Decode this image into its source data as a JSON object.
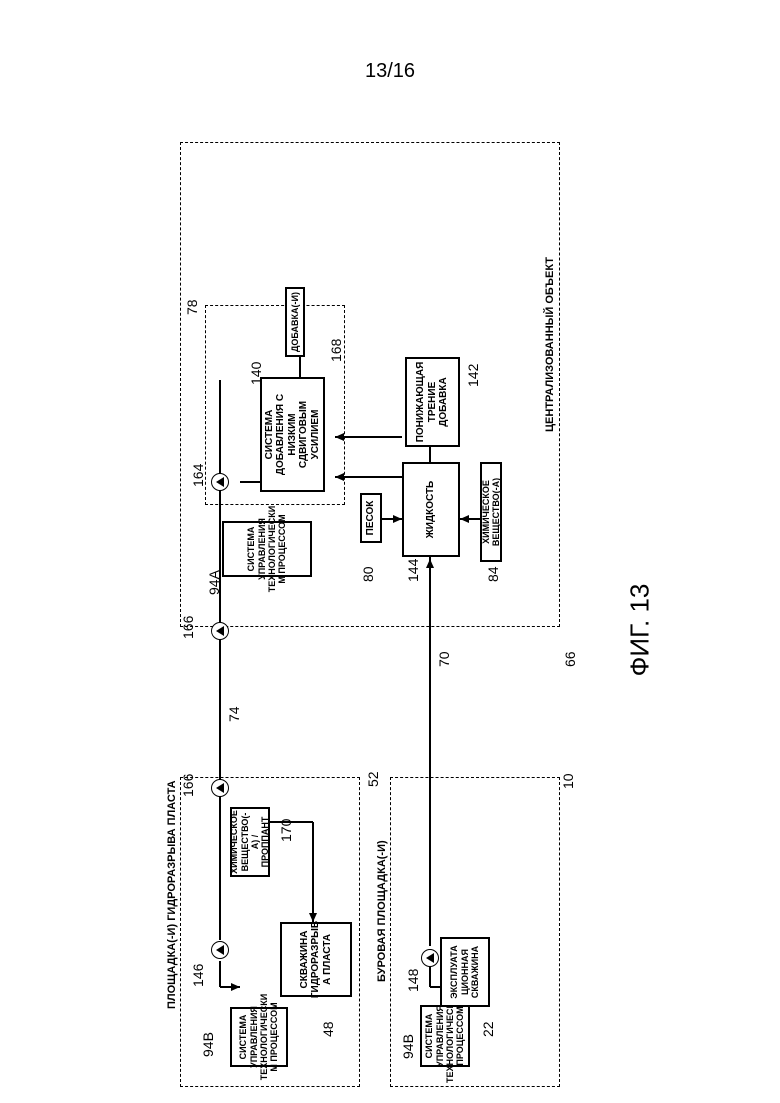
{
  "page": {
    "sheet_number": "13/16",
    "figure_caption": "ФИГ. 13"
  },
  "zones": {
    "central": {
      "ref": "66",
      "title": "ЦЕНТРАЛИЗОВАННЫЙ ОБЪЕКТ"
    },
    "inner": {
      "ref": "78"
    },
    "frac": {
      "ref": "52",
      "title": "ПЛОЩАДКА(-И) ГИДРОРАЗРЫВА ПЛАСТА"
    },
    "drill": {
      "ref": "10",
      "title": "БУРОВАЯ ПЛОЩАДКА(-И)"
    }
  },
  "blocks": {
    "pcs_94a": {
      "ref": "94A",
      "text": "СИСТЕМА\nУПРАВЛЕНИЯ\nТЕХНОЛОГИЧЕСКИ\nМ ПРОЦЕССОМ"
    },
    "pcs_94b_frac": {
      "ref": "94B",
      "text": "СИСТЕМА\nУПРАВЛЕНИЯ\nТЕХНОЛОГИЧЕСКИ\nМ ПРОЦЕССОМ"
    },
    "pcs_94b_drill": {
      "ref": "94B",
      "text": "СИСТЕМА\nУПРАВЛЕНИЯ\nТЕХНОЛОГИЧЕСКИМ\nПРОЦЕССОМ"
    },
    "low_shear": {
      "ref": "140",
      "text": "СИСТЕМА\nДОБАВЛЕНИЯ С\nНИЗКИМ СДВИГОВЫМ\nУСИЛИЕМ"
    },
    "additive": {
      "ref": "168",
      "text": "ДОБАВКА(-И)"
    },
    "friction_reducer": {
      "ref": "142",
      "text": "ПОНИЖАЮЩАЯ\nТРЕНИЕ ДОБАВКА"
    },
    "sand": {
      "ref": "80",
      "text": "ПЕСОК"
    },
    "fluid": {
      "ref": "144",
      "text": "ЖИДКОСТЬ"
    },
    "chemicals": {
      "ref": "84",
      "text": "ХИМИЧЕСКОЕ ВЕЩЕСТВО(-А)"
    },
    "frac_well": {
      "ref": "48",
      "text": "СКВАЖИНА\nГИДРОРАЗРЫВ\nА ПЛАСТА"
    },
    "chem_proppant": {
      "ref": "170",
      "text": "ХИМИЧЕСКОЕ\nВЕЩЕСТВО(-А) /\nПРОППАНТ"
    },
    "production_well": {
      "ref": "22",
      "text": "ЭКСПЛУАТА\nЦИОННАЯ\nСКВАЖИНА"
    }
  },
  "pumps": {
    "p164": "164",
    "p166a": "166",
    "p166b": "166",
    "p146": "146",
    "p148": "148"
  },
  "lines": {
    "l74": "74",
    "l70": "70"
  }
}
